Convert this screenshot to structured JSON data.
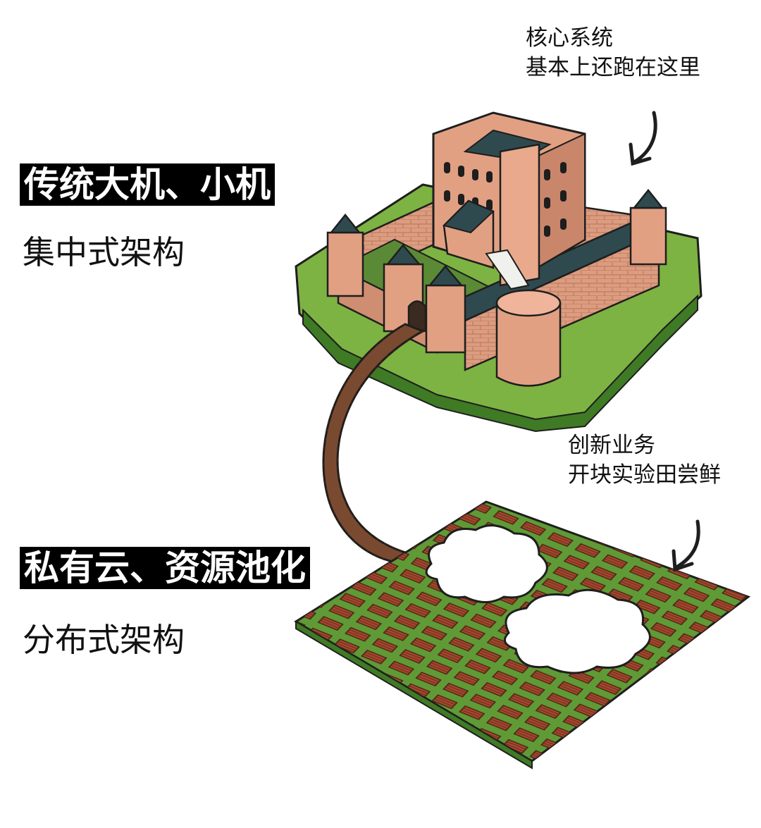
{
  "traditional": {
    "title": "传统大机、小机",
    "subtitle": "集中式架构"
  },
  "cloud": {
    "title": "私有云、资源池化",
    "subtitle": "分布式架构"
  },
  "annotation_core": {
    "line1": "核心系统",
    "line2": "基本上还跑在这里"
  },
  "annotation_innovation": {
    "line1": "创新业务",
    "line2": "开块实验田尝鲜"
  },
  "colors": {
    "grass": "#7db342",
    "grass_dark": "#3f7a25",
    "castle_wall": "#e2a083",
    "castle_shadow": "#b7735a",
    "roof": "#2f4a4f",
    "hut_roof": "#a8432e",
    "bridge": "#7a4a30"
  },
  "icons": [
    "castle-icon",
    "bridge-icon",
    "field-icon",
    "cloud-icon",
    "arrow-icon"
  ]
}
